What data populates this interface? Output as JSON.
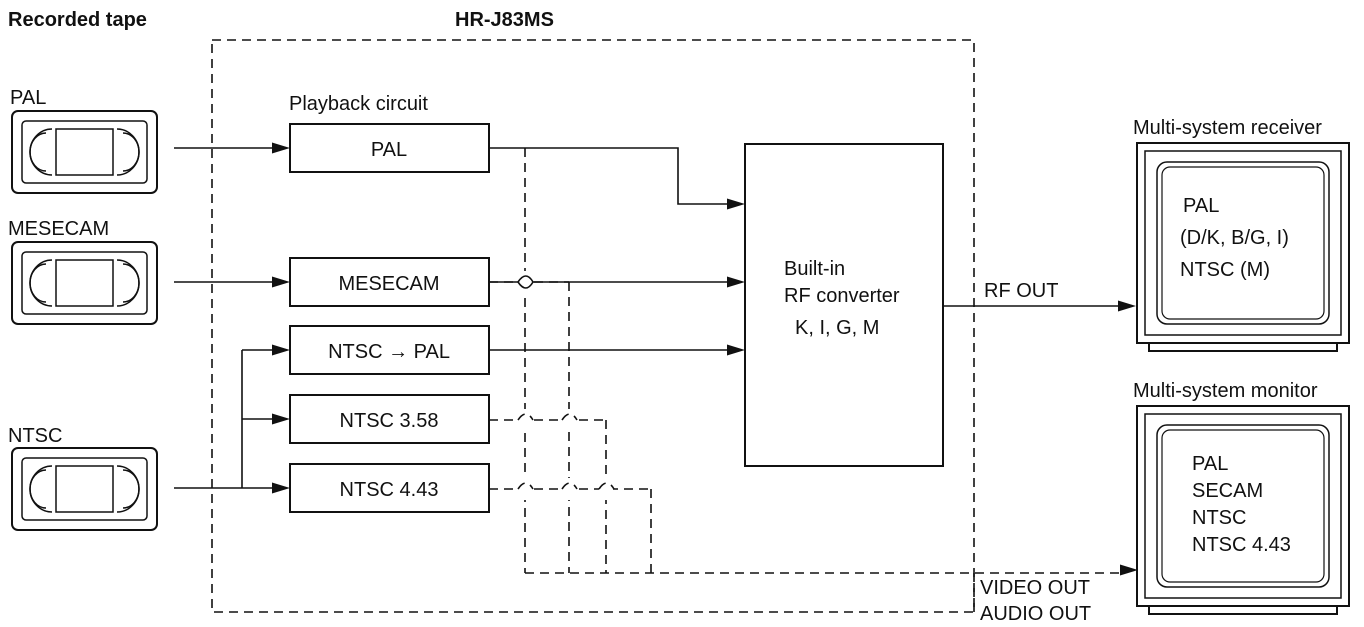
{
  "header": {
    "recorded_tape": "Recorded tape",
    "model": "HR-J83MS"
  },
  "tapes": {
    "pal": "PAL",
    "mesecam": "MESECAM",
    "ntsc": "NTSC"
  },
  "playback": {
    "title": "Playback circuit",
    "pal": "PAL",
    "mesecam": "MESECAM",
    "ntsc_to_pal": "NTSC → PAL",
    "ntsc358": "NTSC 3.58",
    "ntsc443": "NTSC 4.43"
  },
  "rf": {
    "line1": "Built-in",
    "line2": "RF converter",
    "line3": "K, I, G, M",
    "out": "RF OUT"
  },
  "outputs": {
    "video": "VIDEO OUT",
    "audio": "AUDIO OUT"
  },
  "receiver": {
    "title": "Multi-system receiver",
    "line1": "PAL",
    "line2": "(D/K, B/G, I)",
    "line3": "NTSC (M)"
  },
  "monitor": {
    "title": "Multi-system monitor",
    "line1": "PAL",
    "line2": "SECAM",
    "line3": "NTSC",
    "line4": "NTSC 4.43"
  }
}
